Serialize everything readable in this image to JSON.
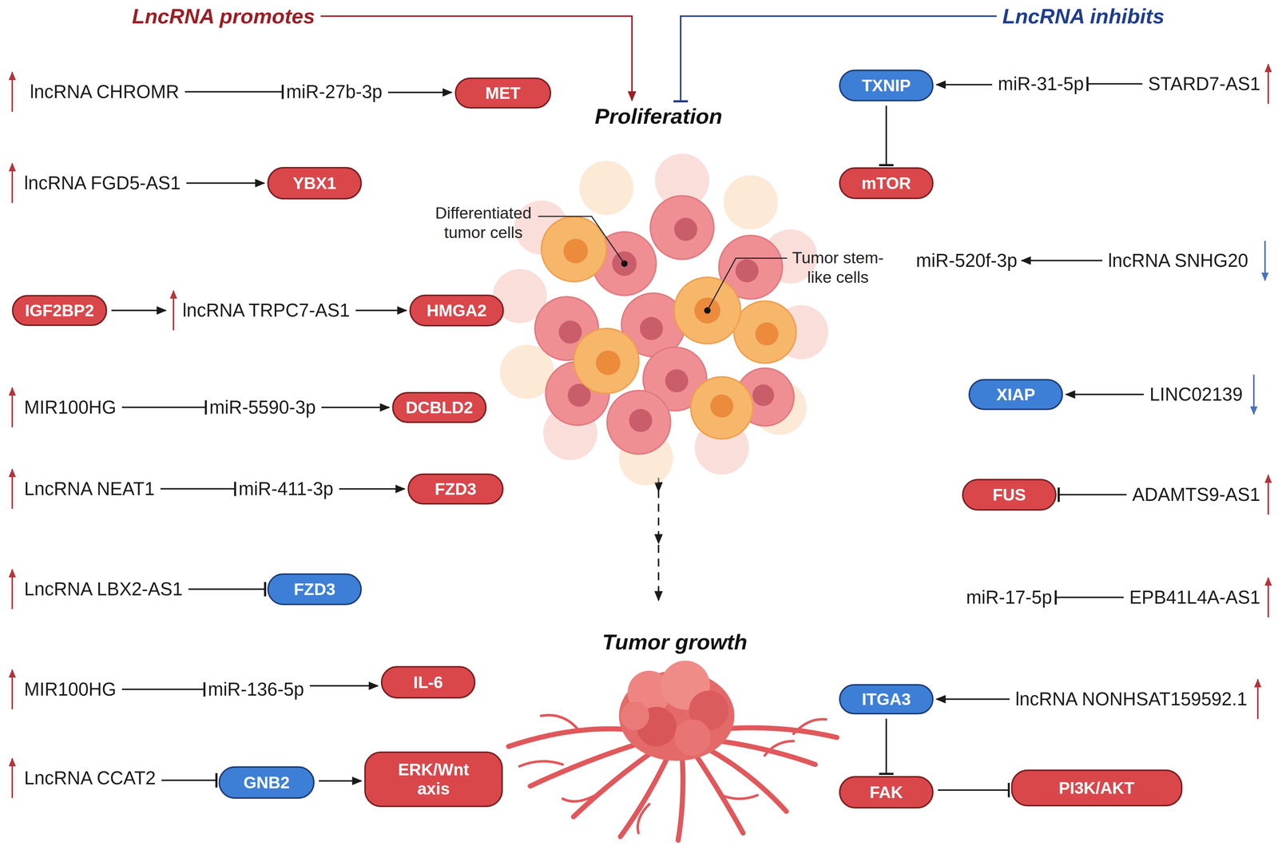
{
  "diagram": {
    "nodes": [
      {
        "text": [
          "LncRNA promotes"
        ]
      },
      {
        "text": [
          "LncRNA inhibits"
        ]
      },
      {
        "text": [
          "Proliferation"
        ]
      },
      {
        "text": [
          "lncRNA CHROMR"
        ]
      },
      {
        "text": [
          "miR-27b-3p"
        ]
      },
      {
        "text": [
          "MET"
        ]
      },
      {
        "text": [
          "TXNIP"
        ]
      },
      {
        "text": [
          "miR-31-5p"
        ]
      },
      {
        "text": [
          "STARD7-AS1"
        ]
      },
      {
        "text": [
          "mTOR"
        ]
      },
      {
        "text": [
          "lncRNA FGD5-AS1"
        ]
      },
      {
        "text": [
          "YBX1"
        ]
      },
      {
        "text": [
          "miR-520f-3p"
        ]
      },
      {
        "text": [
          "lncRNA SNHG20"
        ]
      },
      {
        "text": [
          "IGF2BP2"
        ]
      },
      {
        "text": [
          "lncRNA TRPC7-AS1"
        ]
      },
      {
        "text": [
          "HMGA2"
        ]
      },
      {
        "text": [
          "MIR100HG"
        ]
      },
      {
        "text": [
          "miR-5590-3p"
        ]
      },
      {
        "text": [
          "DCBLD2"
        ]
      },
      {
        "text": [
          "XIAP"
        ]
      },
      {
        "text": [
          "LINC02139"
        ]
      },
      {
        "text": [
          "LncRNA NEAT1"
        ]
      },
      {
        "text": [
          "miR-411-3p"
        ]
      },
      {
        "text": [
          "FZD3"
        ]
      },
      {
        "text": [
          "FUS"
        ]
      },
      {
        "text": [
          "ADAMTS9-AS1"
        ]
      },
      {
        "text": [
          "LncRNA LBX2-AS1"
        ]
      },
      {
        "text": [
          "FZD3"
        ]
      },
      {
        "text": [
          "miR-17-5p"
        ]
      },
      {
        "text": [
          "EPB41L4A-AS1"
        ]
      },
      {
        "text": [
          "Tumor growth"
        ]
      },
      {
        "text": [
          "MIR100HG"
        ]
      },
      {
        "text": [
          "miR-136-5p"
        ]
      },
      {
        "text": [
          "IL-6"
        ]
      },
      {
        "text": [
          "ITGA3"
        ]
      },
      {
        "text": [
          "lncRNA NONHSAT159592.1"
        ]
      },
      {
        "text": [
          "LncRNA CCAT2"
        ]
      },
      {
        "text": [
          "GNB2"
        ]
      },
      {
        "text": [
          "ERK/Wnt axis"
        ]
      },
      {
        "text": [
          "FAK"
        ]
      },
      {
        "text": [
          "PI3K/AKT"
        ]
      }
    ],
    "edges": [
      {
        "from": 0,
        "to": 2,
        "arrow": "to"
      },
      {
        "from": 1,
        "to": 2,
        "arrow": "to"
      },
      {
        "from": 3,
        "to": 4,
        "arrow": "to"
      },
      {
        "from": 4,
        "to": 5,
        "arrow": "to"
      },
      {
        "from": 8,
        "to": 7,
        "arrow": "to"
      },
      {
        "from": 7,
        "to": 6,
        "arrow": "to"
      },
      {
        "from": 6,
        "to": 9,
        "arrow": "to"
      },
      {
        "from": 10,
        "to": 11,
        "arrow": "to"
      },
      {
        "from": 13,
        "to": 12,
        "arrow": "to"
      },
      {
        "from": 14,
        "to": 15,
        "arrow": "to"
      },
      {
        "from": 15,
        "to": 16,
        "arrow": "to"
      },
      {
        "from": 17,
        "to": 18,
        "arrow": "to"
      },
      {
        "from": 18,
        "to": 19,
        "arrow": "to"
      },
      {
        "from": 21,
        "to": 20,
        "arrow": "to"
      },
      {
        "from": 22,
        "to": 23,
        "arrow": "to"
      },
      {
        "from": 23,
        "to": 24,
        "arrow": "to"
      },
      {
        "from": 26,
        "to": 25,
        "arrow": "to"
      },
      {
        "from": 27,
        "to": 28,
        "arrow": "to"
      },
      {
        "from": 30,
        "to": 29,
        "arrow": "to"
      },
      {
        "from": 2,
        "to": 31,
        "arrow": "to"
      },
      {
        "from": 32,
        "to": 33,
        "arrow": "to"
      },
      {
        "from": 33,
        "to": 34,
        "arrow": "to"
      },
      {
        "from": 36,
        "to": 35,
        "arrow": "to"
      },
      {
        "from": 35,
        "to": 40,
        "arrow": "to"
      },
      {
        "from": 37,
        "to": 38,
        "arrow": "to"
      },
      {
        "from": 38,
        "to": 39,
        "arrow": "to"
      },
      {
        "from": 40,
        "to": 41,
        "arrow": "to"
      }
    ],
    "labels": [
      "Differentiated tumor cells",
      "Tumor stem-like cells"
    ]
  }
}
